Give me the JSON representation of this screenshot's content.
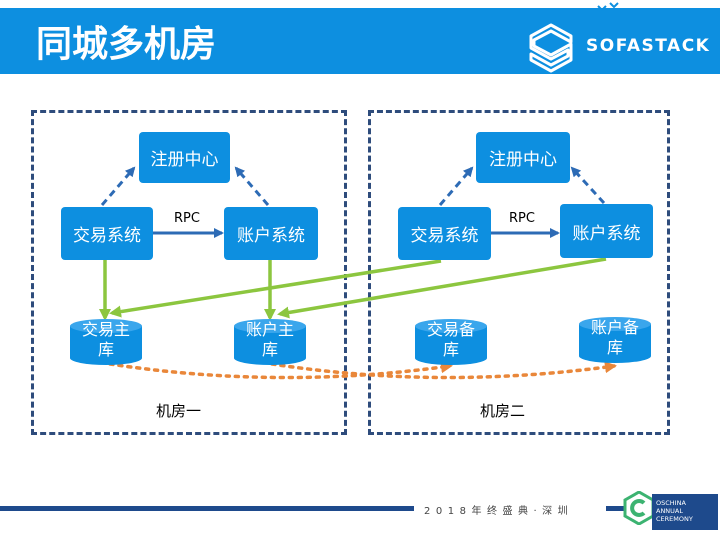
{
  "header": {
    "title": "同城多机房",
    "logo_text": "SOFASTACK"
  },
  "room1": {
    "label": "机房一",
    "registry": "注册中心",
    "trade": "交易系统",
    "account": "账户系统",
    "rpc": "RPC",
    "trade_db": "交易主库",
    "account_db": "账户主库"
  },
  "room2": {
    "label": "机房二",
    "registry": "注册中心",
    "trade": "交易系统",
    "account": "账户系统",
    "rpc": "RPC",
    "trade_db": "交易备库",
    "account_db": "账户备库"
  },
  "footer": {
    "event_text": "2018年终盛典·深圳",
    "badge_text": "OSCHINA ANNUAL CEREMONY"
  },
  "colors": {
    "primary_blue": "#0d8fe0",
    "dashed_border": "#2e4c7c",
    "green_arrow": "#8cc63f",
    "orange_arrow": "#e9873a",
    "dark_navy": "#1e4a8c"
  }
}
